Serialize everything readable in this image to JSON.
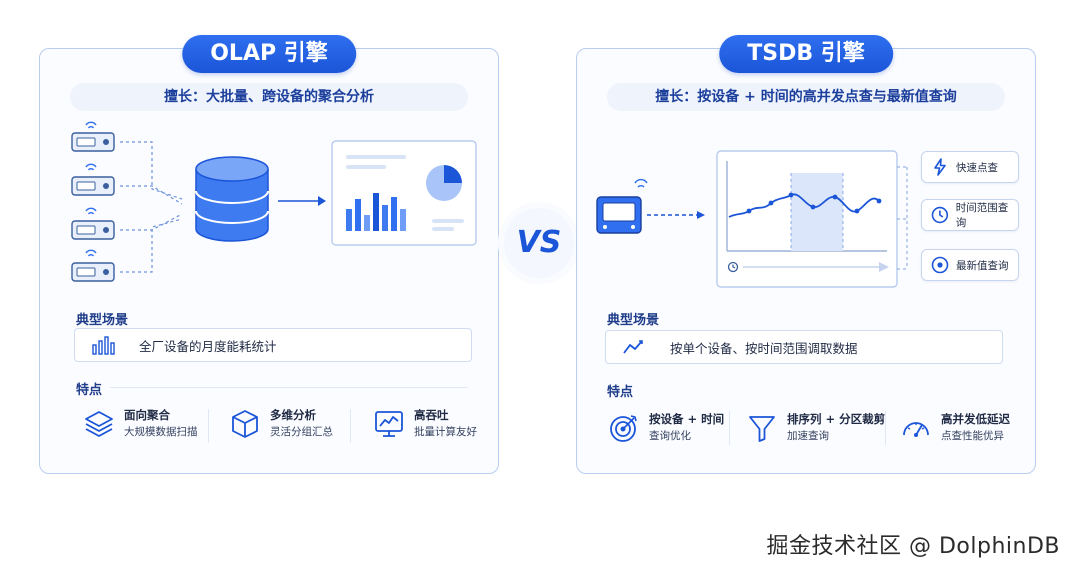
{
  "olap": {
    "title": "OLAP 引擎",
    "strength": "擅长：大批量、跨设备的聚合分析",
    "scenario_label": "典型场景",
    "scenario": "全厂设备的月度能耗统计",
    "features_label": "特点",
    "features": [
      {
        "title": "面向聚合",
        "desc": "大规模数据扫描",
        "icon": "layers-icon"
      },
      {
        "title": "多维分析",
        "desc": "灵活分组汇总",
        "icon": "cube-icon"
      },
      {
        "title": "高吞吐",
        "desc": "批量计算友好",
        "icon": "monitor-chart-icon"
      }
    ]
  },
  "vs": "VS",
  "tsdb": {
    "title": "TSDB 引擎",
    "strength": "擅长：按设备 + 时间的高并发点查与最新值查询",
    "query_types": [
      {
        "label": "快速点查",
        "icon": "lightning-icon"
      },
      {
        "label": "时间范围查询",
        "icon": "clock-icon"
      },
      {
        "label": "最新值查询",
        "icon": "target-icon"
      }
    ],
    "scenario_label": "典型场景",
    "scenario": "按单个设备、按时间范围调取数据",
    "features_label": "特点",
    "features": [
      {
        "title": "按设备 + 时间",
        "desc": "查询优化",
        "icon": "bullseye-icon"
      },
      {
        "title": "排序列 + 分区裁剪",
        "desc": "加速查询",
        "icon": "funnel-icon"
      },
      {
        "title": "高并发低延迟",
        "desc": "点查性能优异",
        "icon": "gauge-icon"
      }
    ]
  },
  "watermark": "掘金技术社区 @ DolphinDB",
  "colors": {
    "accent": "#1b55d8",
    "panel_border": "#b9cdee",
    "soft_fill": "#eef3fc"
  }
}
